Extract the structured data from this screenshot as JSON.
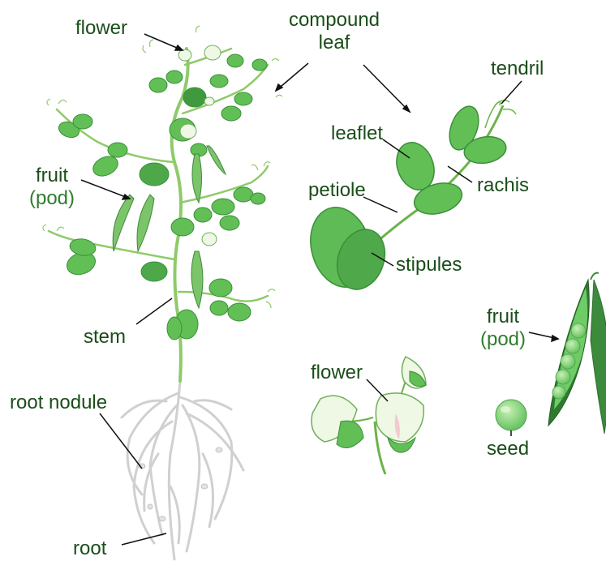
{
  "labels": {
    "flower_top": "flower",
    "compound_1": "compound",
    "compound_2": "leaf",
    "tendril": "tendril",
    "leaflet": "leaflet",
    "rachis": "rachis",
    "petiole": "petiole",
    "stipules": "stipules",
    "fruit_left_1": "fruit",
    "fruit_left_2": "(pod)",
    "stem": "stem",
    "root_nodule": "root nodule",
    "root": "root",
    "flower_bottom": "flower",
    "fruit_right_1": "fruit",
    "fruit_right_2": "(pod)",
    "seed": "seed"
  },
  "colors": {
    "label_text": "#1a4d1a",
    "label_accent": "#2e7d2e",
    "leaf": "#5cb85c",
    "leaf_dark": "#3a8f3a",
    "root": "#d4d4d4",
    "pointer": "#111111"
  }
}
